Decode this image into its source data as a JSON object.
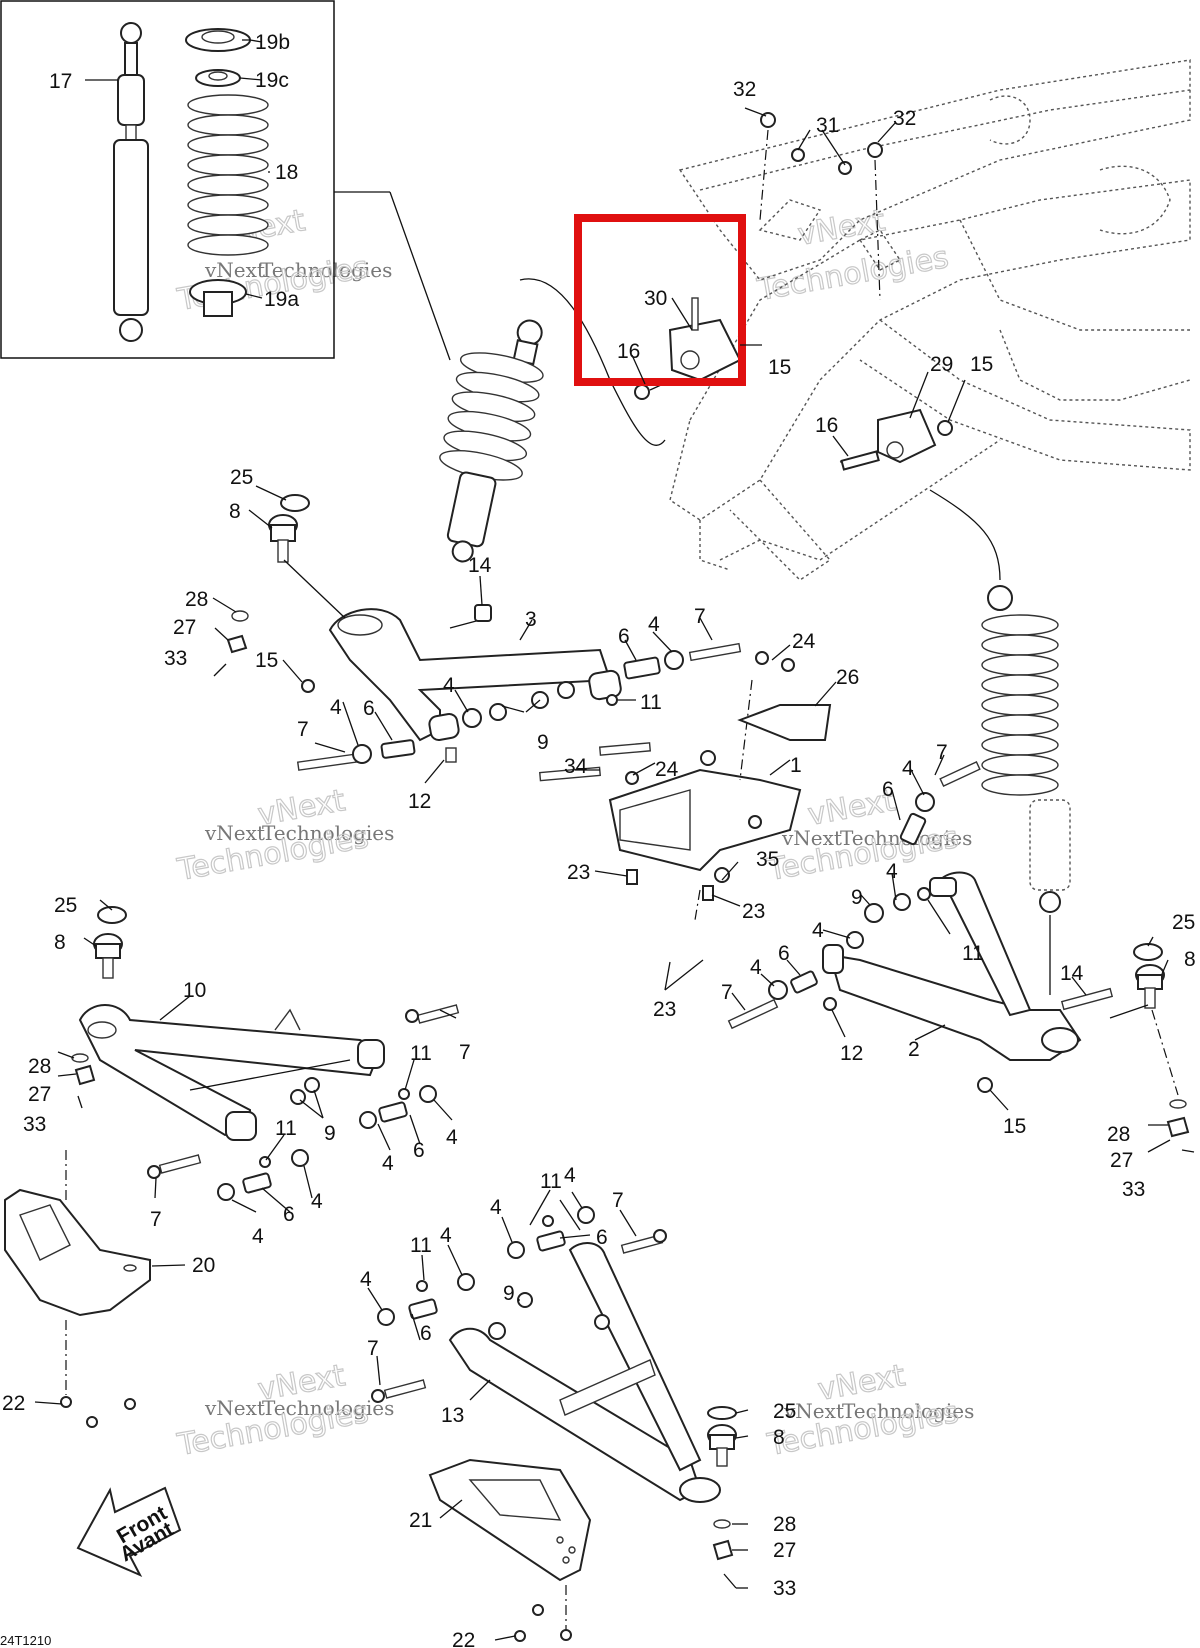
{
  "document": {
    "code": "24T1210",
    "front_arrow": [
      "Front",
      "Avant"
    ],
    "watermark": [
      "vNext",
      "Technologies"
    ],
    "highlight_color": "#e01010"
  },
  "callouts": {
    "c17": "17",
    "c19b": "19b",
    "c19c": "19c",
    "c18": "18",
    "c19a": "19a",
    "c32a": "32",
    "c31": "31",
    "c32b": "32",
    "c30": "30",
    "c16a": "16",
    "c15a": "15",
    "c29": "29",
    "c15b": "15",
    "c16b": "16",
    "c25a": "25",
    "c8a": "8",
    "c28a": "28",
    "c27a": "27",
    "c33a": "33",
    "c15c": "15",
    "c14a": "14",
    "c3": "3",
    "c6a": "6",
    "c4a": "4",
    "c7a": "7",
    "c24a": "24",
    "c26": "26",
    "c11a": "11",
    "c4b": "4",
    "c9a": "9",
    "c7b": "7",
    "c4c": "4",
    "c6b": "6",
    "c12a": "12",
    "c34": "34",
    "c24b": "24",
    "c1": "1",
    "c35": "35",
    "c23a": "23",
    "c23b": "23",
    "c23c": "23",
    "c4d": "4",
    "c7c": "7",
    "c6c": "6",
    "c4e": "4",
    "c9b": "9",
    "c4f": "4",
    "c11b": "11",
    "c4g": "4",
    "c6d": "6",
    "c7d": "7",
    "c12b": "12",
    "c2": "2",
    "c14b": "14",
    "c15d": "15",
    "c25b": "25",
    "c8b": "8",
    "c28b": "28",
    "c27b": "27",
    "c33b": "33",
    "c25c": "25",
    "c8c": "8",
    "c10": "10",
    "c28c": "28",
    "c27c": "27",
    "c33c": "33",
    "c7e": "7",
    "c11c": "11",
    "c9c": "9",
    "c4h": "4",
    "c6e": "6",
    "c4i": "4",
    "c11d": "11",
    "c7f": "7",
    "c4j": "4",
    "c6f": "6",
    "c4k": "4",
    "c20": "20",
    "c22a": "22",
    "c11e": "11",
    "c4l": "4",
    "c4m": "4",
    "c7g": "7",
    "c6g": "6",
    "c11f": "11",
    "c4n": "4",
    "c4o": "4",
    "c9d": "9",
    "c6h": "6",
    "c7h": "7",
    "c13": "13",
    "c25d": "25",
    "c8d": "8",
    "c21": "21",
    "c28d": "28",
    "c27d": "27",
    "c33d": "33",
    "c22b": "22"
  }
}
